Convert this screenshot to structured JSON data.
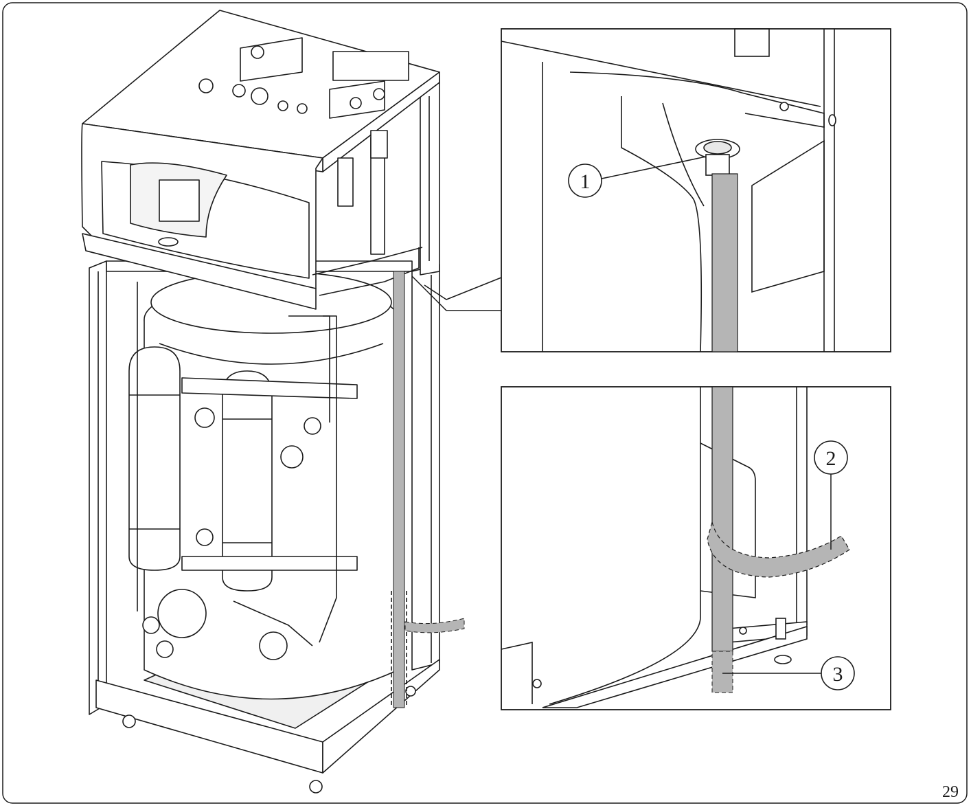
{
  "figure": {
    "page_number": "29",
    "callouts": {
      "c1": "1",
      "c2": "2",
      "c3": "3"
    },
    "colors": {
      "line": "#1a1a1a",
      "hose_fill": "#b5b5b5",
      "body_fill": "#ffffff",
      "shade_fill": "#dcdcdc"
    }
  }
}
